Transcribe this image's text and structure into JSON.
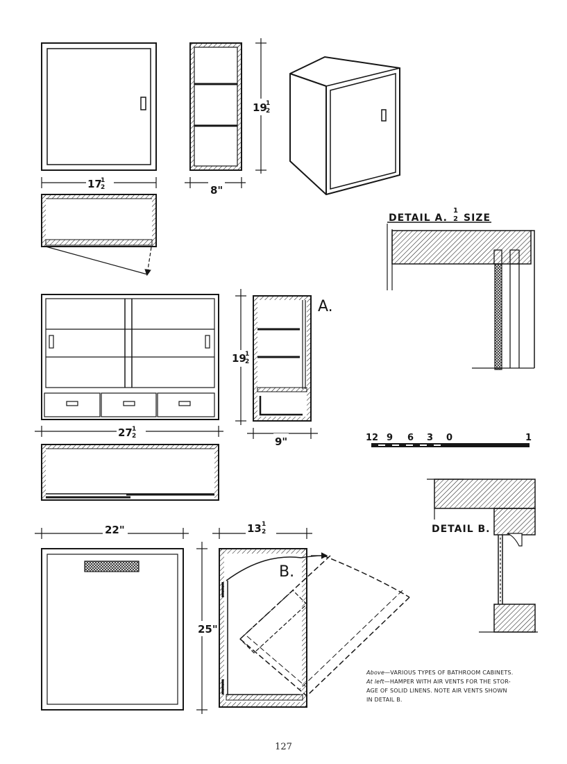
{
  "figure": {
    "dimensions": {
      "cab1_width": "17",
      "cab1_width_frac": "1",
      "cab1_width_frac_den": "2",
      "cab1_depth": "8\"",
      "cab1_height": "19",
      "cab1_height_frac": "1",
      "cab1_height_frac_den": "2",
      "cab2_width": "27",
      "cab2_width_frac": "1",
      "cab2_width_frac_den": "2",
      "cab2_depth": "9\"",
      "cab2_height": "19",
      "cab2_height_frac": "1",
      "cab2_height_frac_den": "2",
      "hamper_width": "22\"",
      "hamper_depth": "13",
      "hamper_depth_frac": "1",
      "hamper_depth_frac_den": "2",
      "hamper_height": "25\""
    },
    "labels": {
      "a": "A.",
      "b": "B.",
      "detail_a": "DETAIL A.",
      "detail_a_frac_num": "1",
      "detail_a_frac_den": "2",
      "detail_a_suffix": "SIZE",
      "detail_b": "DETAIL B."
    },
    "scale": {
      "ticks": [
        "12",
        "9",
        "6",
        "3",
        "0",
        "1"
      ]
    }
  },
  "caption": {
    "line1_italic": "Above",
    "line1": "—VARIOUS TYPES OF BATHROOM CABINETS.",
    "line2_italic": "At left",
    "line2": "—HAMPER WITH AIR VENTS FOR THE STOR-",
    "line3": "AGE OF SOLID LINENS. NOTE AIR VENTS SHOWN",
    "line4": "IN DETAIL B."
  },
  "page_number": "127"
}
